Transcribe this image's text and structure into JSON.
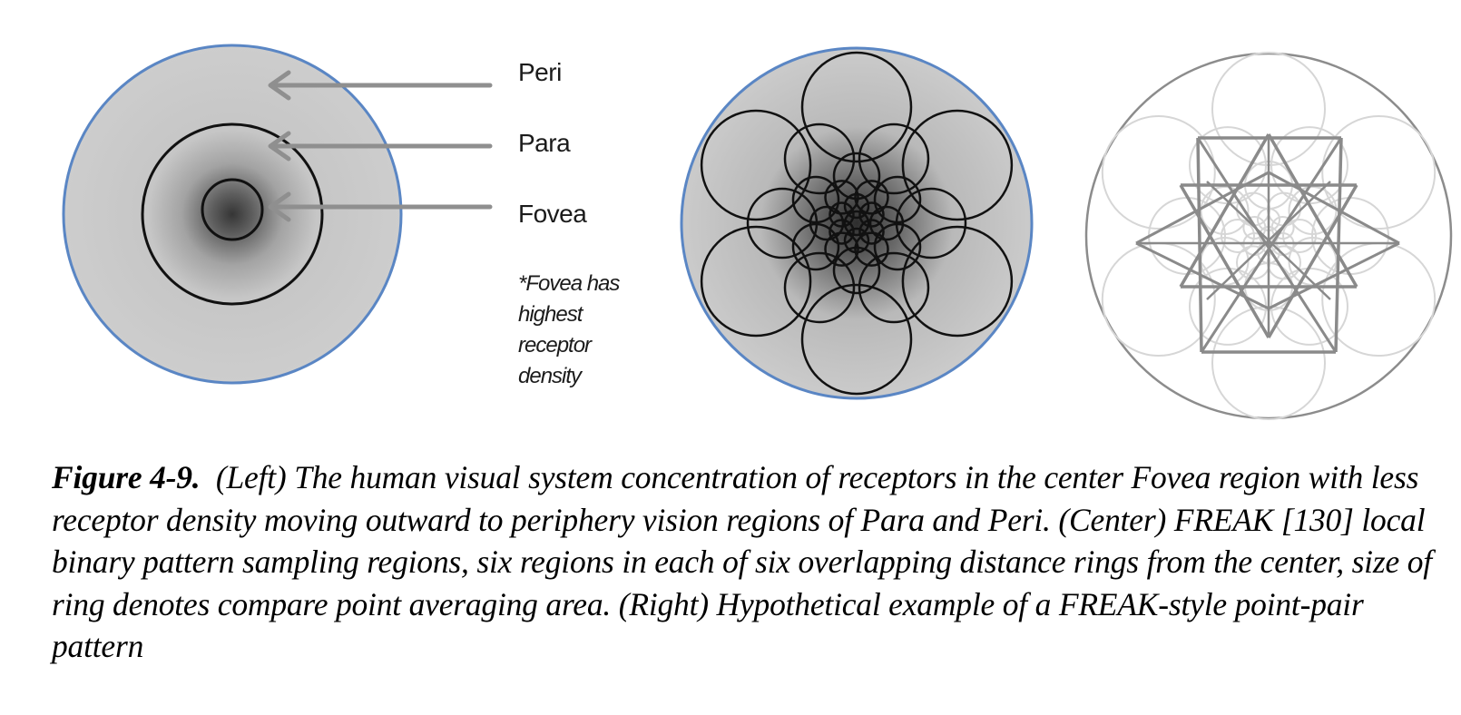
{
  "left_diagram": {
    "labels": {
      "peri": "Peri",
      "para": "Para",
      "fovea": "Fovea"
    },
    "note_lines": [
      "*Fovea has",
      "highest",
      "receptor",
      "density"
    ]
  },
  "caption": {
    "figure_label": "Figure 4-9.",
    "text": "(Left) The human visual system concentration of receptors in the center Fovea region with less receptor density moving outward to periphery vision regions of Para and Peri. (Center) FREAK [130] local binary pattern sampling regions, six regions in each of six overlapping distance rings from the center, size of ring denotes compare point averaging area. (Right) Hypothetical example of a FREAK-style point-pair pattern"
  },
  "colors": {
    "disk_fill": "#c9c9c9",
    "disk_border": "#5a86c4",
    "arrow": "#8f8f8f",
    "ring": "#111111",
    "faint_ring": "#d6d6d6",
    "pair_line": "#8a8a8a"
  }
}
